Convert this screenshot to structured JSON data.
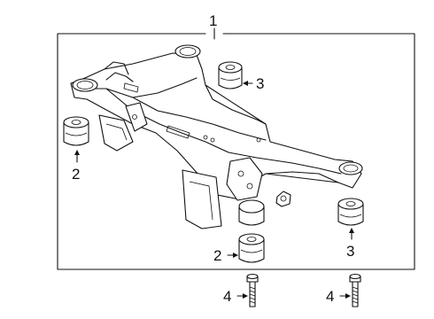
{
  "callouts": {
    "main": "1",
    "bushing_front_left": "2",
    "bushing_front_right": "2",
    "bushing_rear_left": "3",
    "bushing_rear_right": "3",
    "bolt_left": "4",
    "bolt_right": "4"
  }
}
